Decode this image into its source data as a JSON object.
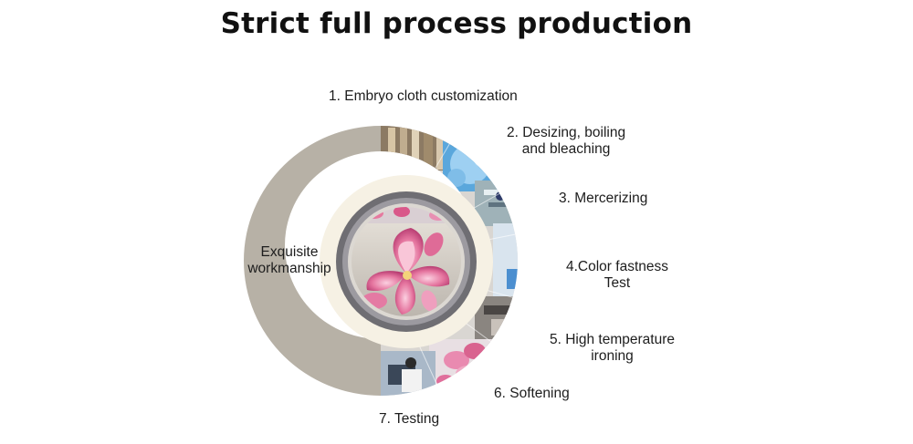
{
  "title": "Strict full process production",
  "center": {
    "line1": "Exquisite",
    "line2": "workmanship"
  },
  "steps": [
    {
      "line1": "1. Embryo cloth customization",
      "line2": ""
    },
    {
      "line1": "2. Desizing, boiling",
      "line2": "and bleaching"
    },
    {
      "line1": "3. Mercerizing",
      "line2": ""
    },
    {
      "line1": "4.Color fastness",
      "line2": "Test"
    },
    {
      "line1": "5. High temperature",
      "line2": "ironing"
    },
    {
      "line1": "6. Softening",
      "line2": ""
    },
    {
      "line1": "7. Testing",
      "line2": ""
    }
  ],
  "colors": {
    "outer_ring": "#b7b1a6",
    "inner_disc": "#f6f1e4",
    "dark_ring": "#6f6e73",
    "mid_ring": "#9c9aa0",
    "flower": "#e5759f",
    "text": "#1d1d1d"
  },
  "icons": {
    "photo_segments": "process-photo-icon",
    "center_photo": "magnolia-flower-photo"
  }
}
